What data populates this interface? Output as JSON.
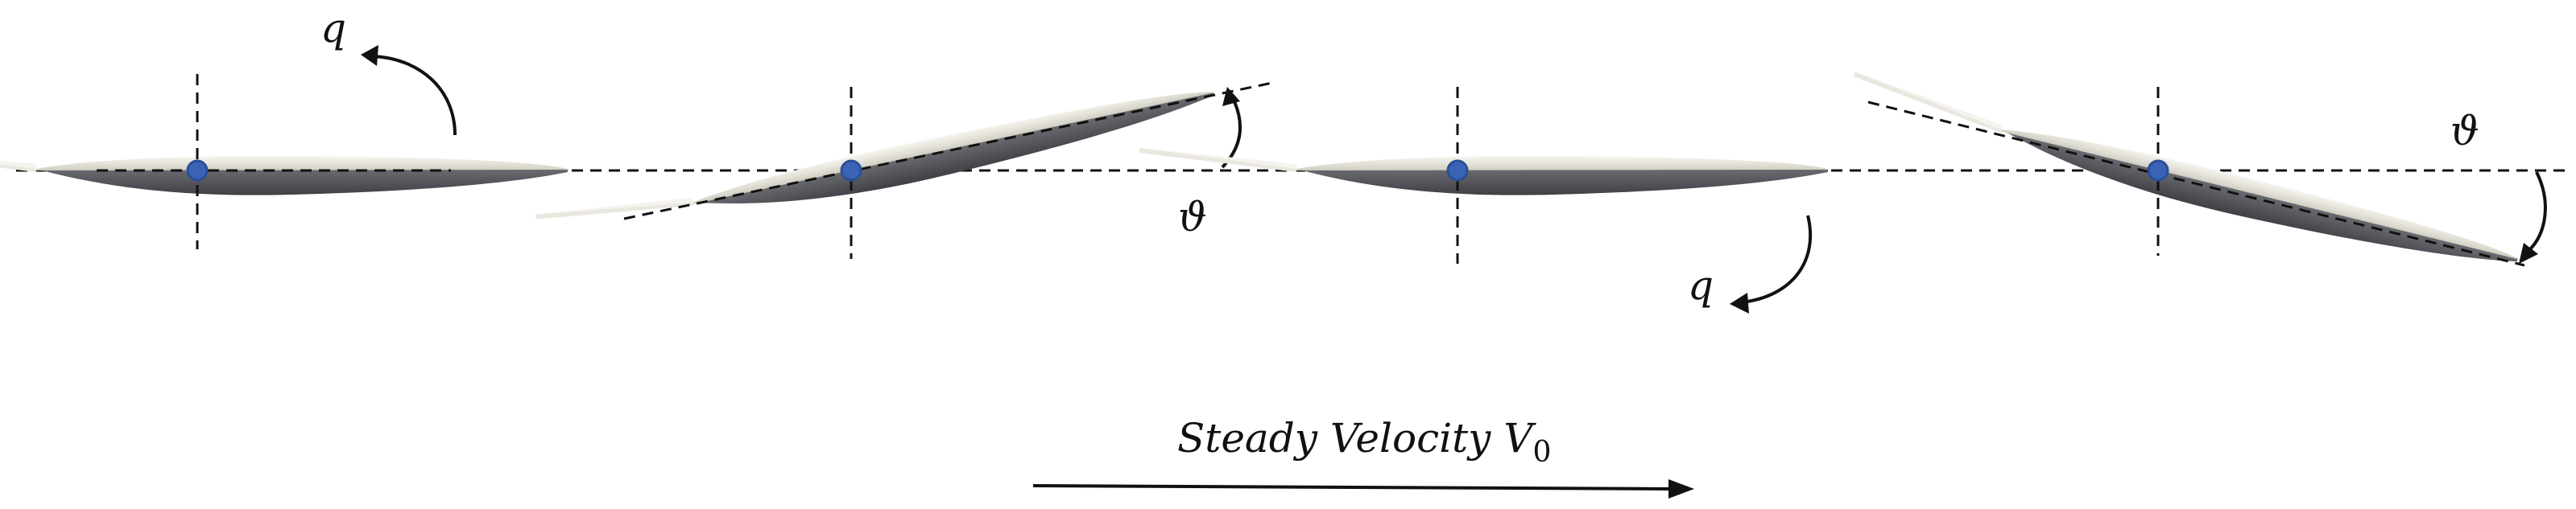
{
  "diagram": {
    "labels": {
      "pitch_rate": "q",
      "pitch_angle": "ϑ",
      "velocity_caption": "Steady Velocity ",
      "velocity_symbol": "V",
      "velocity_subscript": "0"
    },
    "colors": {
      "hull_top": "#e8e6dc",
      "hull_highlight": "#f4f3ee",
      "hull_shadow": "#55575c",
      "pivot": "#3a63b5",
      "line": "#111111"
    }
  }
}
